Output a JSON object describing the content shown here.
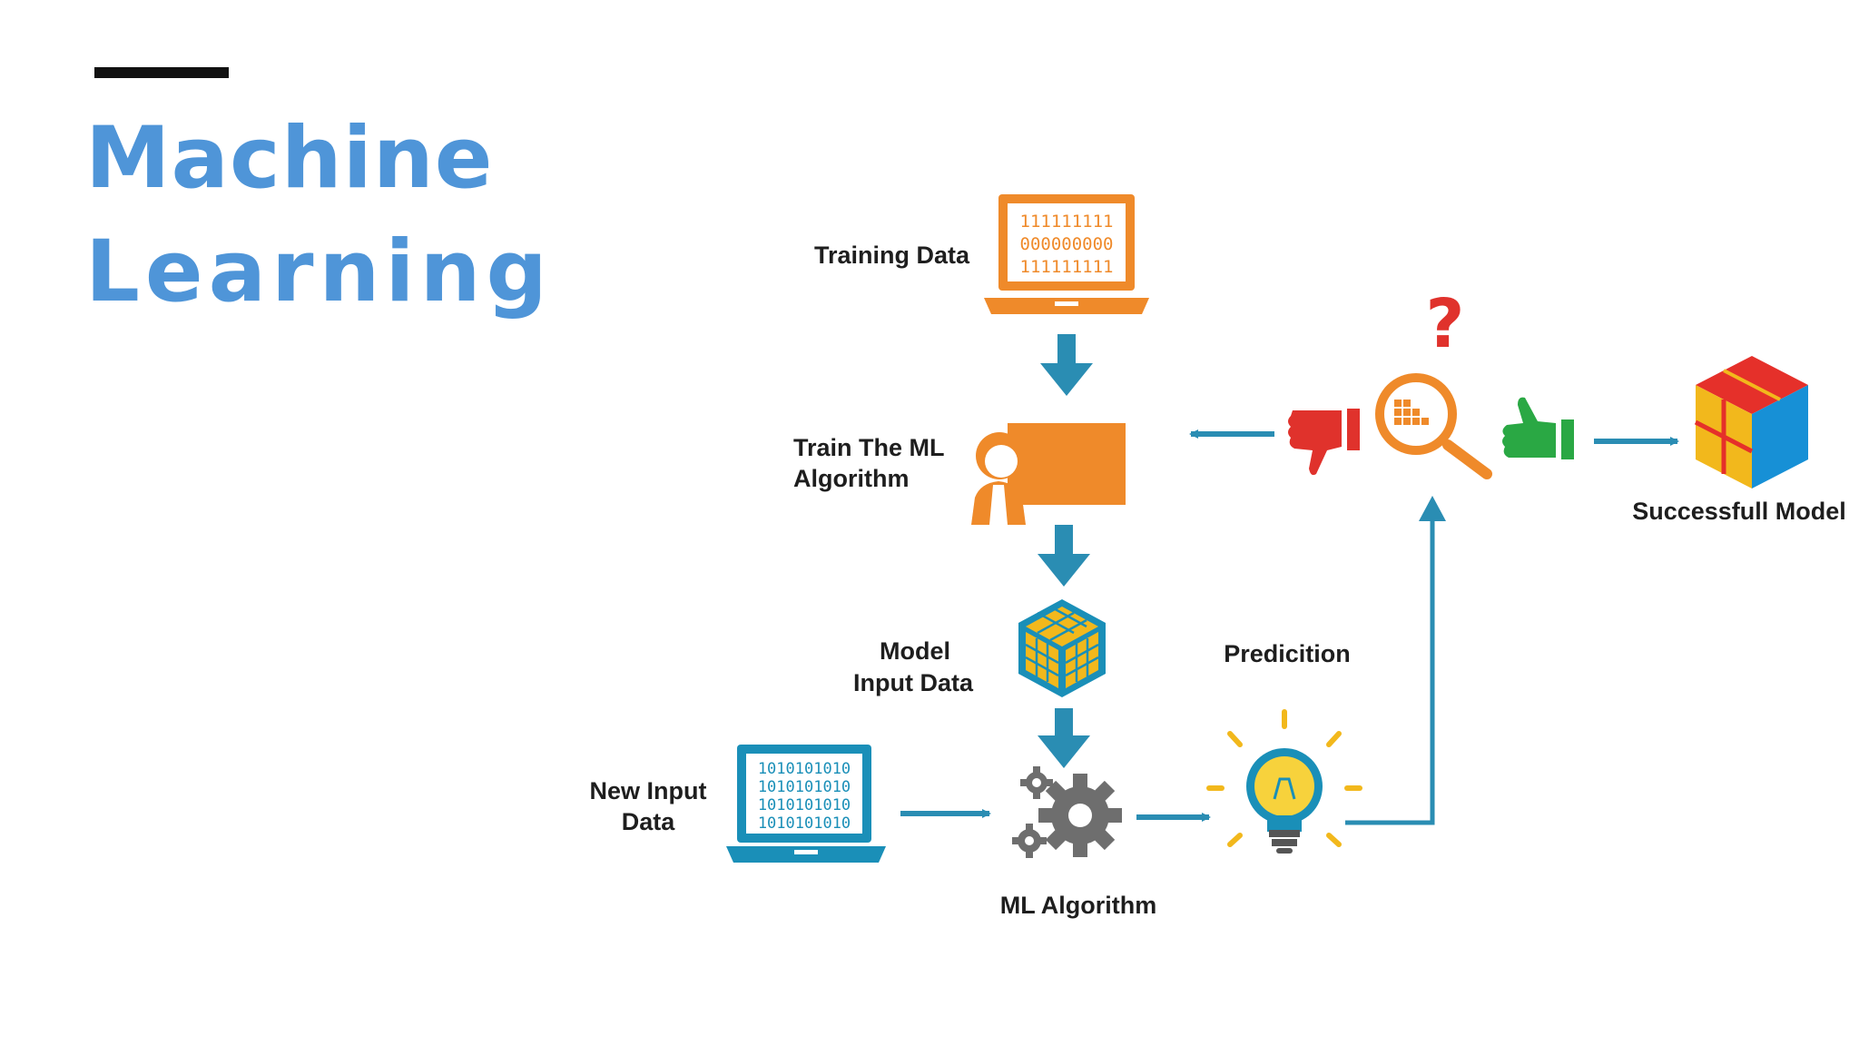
{
  "slide": {
    "title_line1": "Machine",
    "title_line2": "Learning"
  },
  "diagram": {
    "labels": {
      "training_data": "Training Data",
      "train_line1": "Train The  ML",
      "train_line2": "Algorithm",
      "model_line1": "Model",
      "model_line2": "Input Data",
      "new_input_line1": "New Input",
      "new_input_line2": "Data",
      "ml_algorithm": "ML  Algorithm",
      "prediction": "Predicition",
      "successful_model": "Successfull Model"
    },
    "binary_text": {
      "training_rows": [
        "111111111",
        "000000000",
        "111111111"
      ],
      "new_input_rows": [
        "1010101010",
        "1010101010",
        "1010101010",
        "1010101010"
      ]
    },
    "question_mark": "?",
    "colors": {
      "title": "#4f95d8",
      "orange": "#ef8a2a",
      "teal_blue": "#1a8fb8",
      "arrow": "#2a8db3",
      "gear_gray": "#6e6e6e",
      "thumbs_down": "#e0322c",
      "thumbs_up": "#2aa844",
      "cube_yellow": "#f2b81c",
      "cube_blue": "#1790d6",
      "cube_red": "#e5302a"
    }
  }
}
